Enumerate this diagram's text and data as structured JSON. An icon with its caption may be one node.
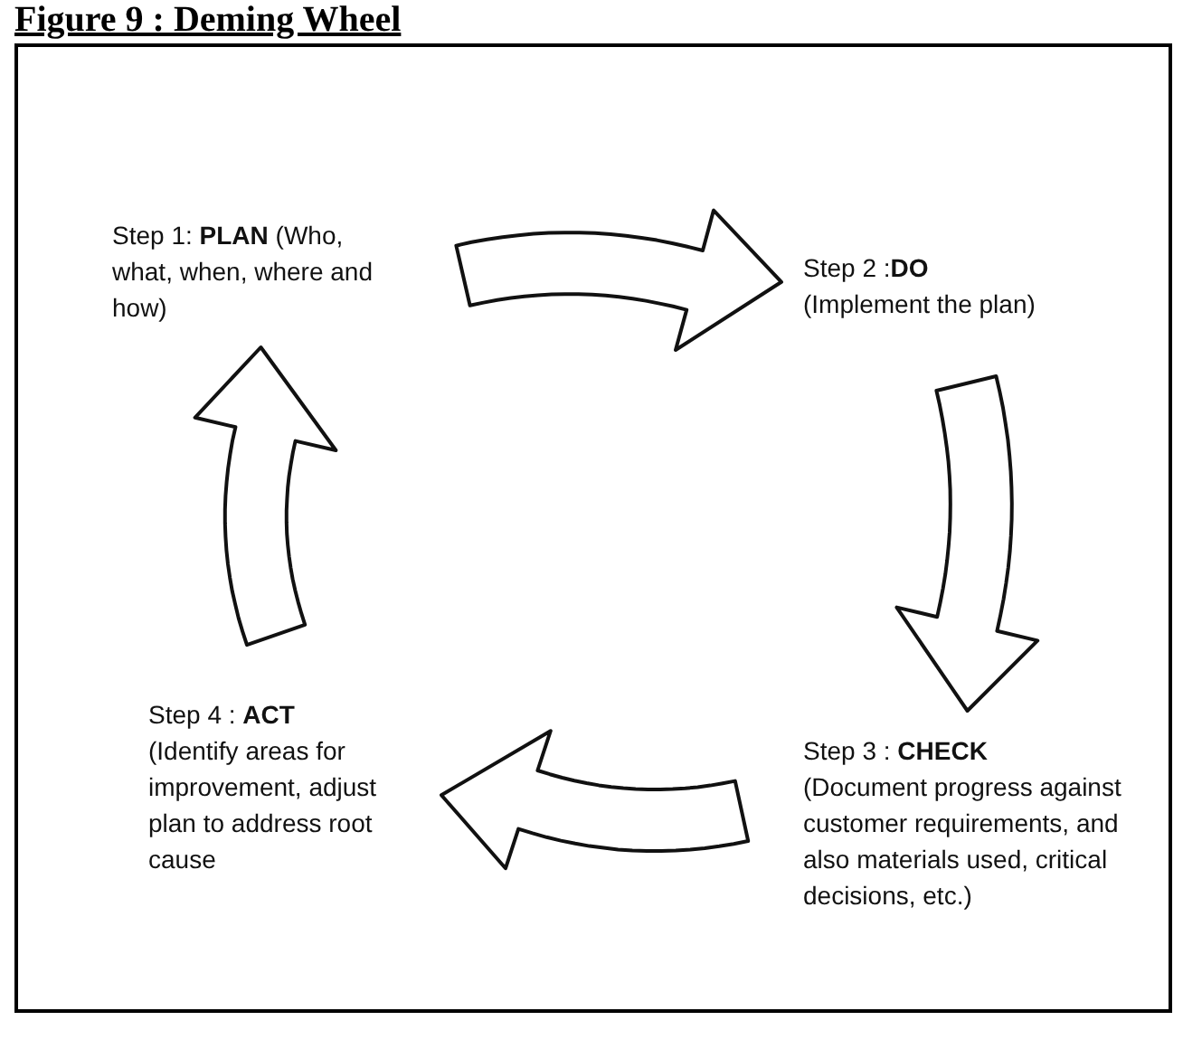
{
  "diagram": {
    "title": "Figure 9 : Deming Wheel",
    "nodes": [
      {
        "text": [
          "Step 1: **PLAN** (Who, what, when, where and how)"
        ]
      },
      {
        "text": [
          "Step 2 :**DO**",
          "(Implement the plan)"
        ]
      },
      {
        "text": [
          "Step 3 : **CHECK**",
          "(Document progress against customer requirements, and also materials used, critical decisions, etc.)"
        ]
      },
      {
        "text": [
          "Step 4 : **ACT**",
          "(Identify areas for improvement, adjust plan to address root cause"
        ]
      }
    ],
    "edges": [
      {
        "from": 0,
        "to": 1,
        "arrow": "to"
      },
      {
        "from": 1,
        "to": 2,
        "arrow": "to"
      },
      {
        "from": 2,
        "to": 3,
        "arrow": "to"
      },
      {
        "from": 3,
        "to": 0,
        "arrow": "to"
      }
    ]
  }
}
